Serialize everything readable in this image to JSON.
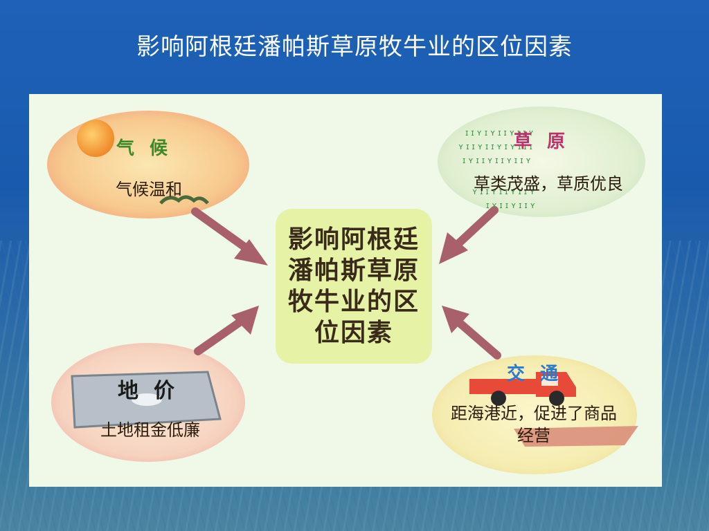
{
  "page": {
    "title": "影响阿根廷潘帕斯草原牧牛业的区位因素"
  },
  "diagram": {
    "center": {
      "text": "影响阿根廷潘帕斯草原牧牛业的区位因素"
    },
    "factors": {
      "climate": {
        "title": "气候",
        "desc": "气候温和"
      },
      "grassland": {
        "title": "草原",
        "desc": "草类茂盛，草质优良"
      },
      "land_price": {
        "title": "地价",
        "desc": "土地租金低廉"
      },
      "transport": {
        "title": "交通",
        "desc": "距海港近，促进了商品经营"
      }
    }
  },
  "colors": {
    "background": "#1a5aad",
    "panel": "#f0f8e8",
    "center_box": "#e6f2a6",
    "arrow": "#a8606a",
    "climate_title": "#3a8a2a",
    "grassland_title": "#c0306a",
    "land_title": "#1a1a1a",
    "transport_title": "#2a7ad0"
  }
}
